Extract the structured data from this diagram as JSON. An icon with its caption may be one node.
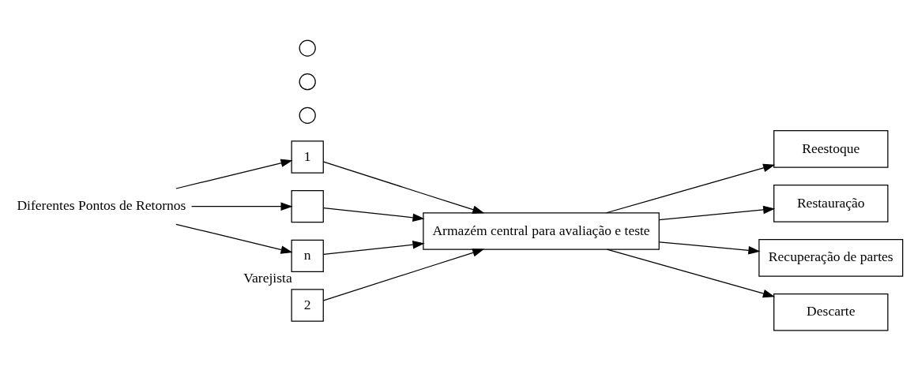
{
  "diagram": {
    "nodes": [
      {
        "text": [
          "Diferentes Pontos de Retornos"
        ]
      },
      {
        "text": [
          "1"
        ]
      },
      {
        "text": [
          "2"
        ]
      },
      {
        "text": [],
        "shape": "box"
      },
      {
        "text": [],
        "shape": "circle"
      },
      {
        "text": [],
        "shape": "circle"
      },
      {
        "text": [],
        "shape": "circle"
      },
      {
        "text": [
          "n"
        ],
        "beside": [
          "Varejista"
        ]
      },
      {
        "text": [
          "Armazém central para avaliação e teste"
        ]
      },
      {
        "text": [
          "Reestoque"
        ]
      },
      {
        "text": [
          "Restauração"
        ]
      },
      {
        "text": [
          "Recuperação de partes"
        ]
      },
      {
        "text": [
          "Descarte"
        ]
      }
    ],
    "edges": [
      {
        "from": 0,
        "to": 1,
        "arrow": "to"
      },
      {
        "from": 0,
        "to": 3,
        "arrow": "to"
      },
      {
        "from": 0,
        "to": 7,
        "arrow": "to"
      },
      {
        "from": 1,
        "to": 8,
        "arrow": "to"
      },
      {
        "from": 2,
        "to": 8,
        "arrow": "to"
      },
      {
        "from": 3,
        "to": 8,
        "arrow": "to"
      },
      {
        "from": 7,
        "to": 8,
        "arrow": "to"
      },
      {
        "from": 8,
        "to": 9,
        "arrow": "to"
      },
      {
        "from": 8,
        "to": 10,
        "arrow": "to"
      },
      {
        "from": 8,
        "to": 11,
        "arrow": "to"
      },
      {
        "from": 8,
        "to": 12,
        "arrow": "to"
      }
    ]
  }
}
